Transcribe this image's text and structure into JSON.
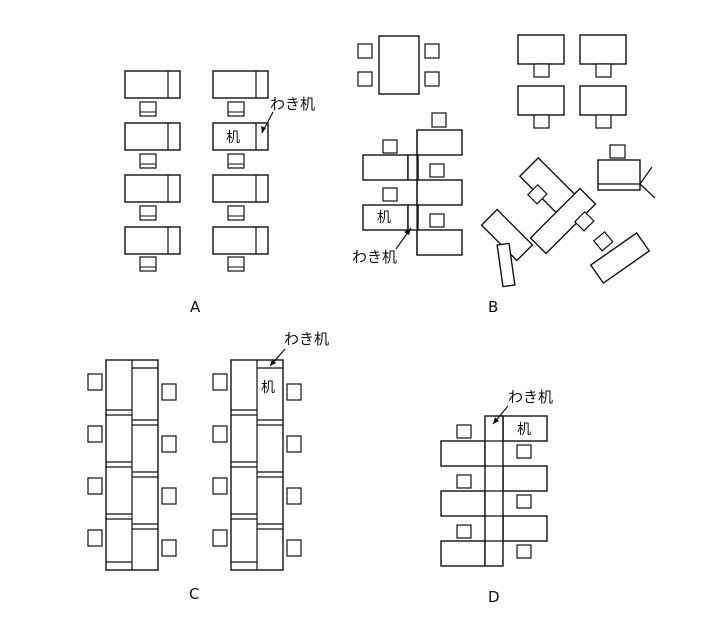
{
  "panels": {
    "a": {
      "label": "A"
    },
    "b": {
      "label": "B"
    },
    "c": {
      "label": "C"
    },
    "d": {
      "label": "D"
    }
  },
  "annotations": {
    "side_desk": "わき机",
    "desk": "机"
  }
}
